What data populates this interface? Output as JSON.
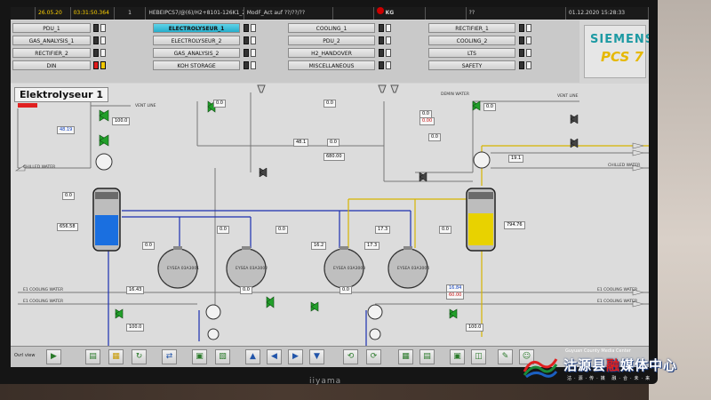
{
  "status_bar": {
    "date": "26.05.20",
    "time": "03:31:50.364",
    "count": "1",
    "message": "HEBEIPCS7/@(6)/H2+8101-126K1_2",
    "message2": "ModF_Act auf ??/??/??",
    "kg": "KG",
    "qq": "??",
    "clock": "01.12.2020 15:28:33"
  },
  "nav": {
    "col1": [
      "PDU_1",
      "GAS_ANALYSIS_1",
      "RECTIFIER_2",
      "DIN"
    ],
    "col2": [
      "ELECTROLYSEUR_1",
      "ELECTROLYSEUR_2",
      "GAS_ANALYSIS_2",
      "KOH STORAGE"
    ],
    "col3": [
      "COOLING_1",
      "PDU_2",
      "H2_HANDOVER",
      "MISCELLANEOUS"
    ],
    "col4": [
      "RECTIFIER_1",
      "COOLING_2",
      "LTS",
      "SAFETY"
    ]
  },
  "brand": {
    "siemens": "SIEMENS",
    "pcs": "PCS 7",
    "monitor": "iiyama"
  },
  "process": {
    "title": "Elektrolyseur 1",
    "values": {
      "v1": "48.19",
      "v2": "100.0",
      "v3": "0.0",
      "v4": "0.0",
      "v5": "0.0",
      "v6": "680.00",
      "v7": "0.0",
      "v8": "17.3",
      "v9": "0.0",
      "v10": "16.2",
      "v11": "17.3",
      "v12": "0.0",
      "v13": "0.0",
      "v14": "16.43",
      "v15": "0.0",
      "v16": "16.84",
      "v17": "0.0",
      "v18": "0.0",
      "v19": "656.58",
      "v20": "794.76",
      "v21": "19.1",
      "v22": "0.0",
      "v23": "100.0",
      "v24": "100.0",
      "v25": "0.00",
      "v26": "48.1",
      "v27": "0.0",
      "v28": "60.00",
      "v29": "0.0"
    },
    "labels": {
      "vent1": "VENT LINE",
      "vent2": "VENT LINE",
      "demin": "DEMIN WATER",
      "chilled": "CHILLED WATER",
      "chilled2": "CHILLED WATER",
      "cooling1": "E1 COOLING WATER",
      "cooling2": "E1 COOLING WATER",
      "cooling3": "E1 COOLING WATER",
      "cooling4": "E1 COOLING WATER",
      "stack1": "EYSEA 03A3001",
      "stack2": "EYSEA 03A3002",
      "stack3": "EYSEA 03A3003",
      "stack4": "EYSEA 03A3004"
    }
  },
  "toolbar": {
    "left_label": "Ovrl view"
  },
  "watermark": {
    "english": "Guyuan County Media Center",
    "chinese_a": "沽源县",
    "chinese_b": "融",
    "chinese_c": "媒体中心",
    "sub": "沽·源·传·媒 融·合·未·来"
  },
  "colors": {
    "accent": "#27aecb",
    "h2_blue": "#1a6fe0",
    "o2_yellow": "#e8d200",
    "pipe_blue": "#1c2fb0",
    "pipe_yellow": "#d6b400"
  }
}
